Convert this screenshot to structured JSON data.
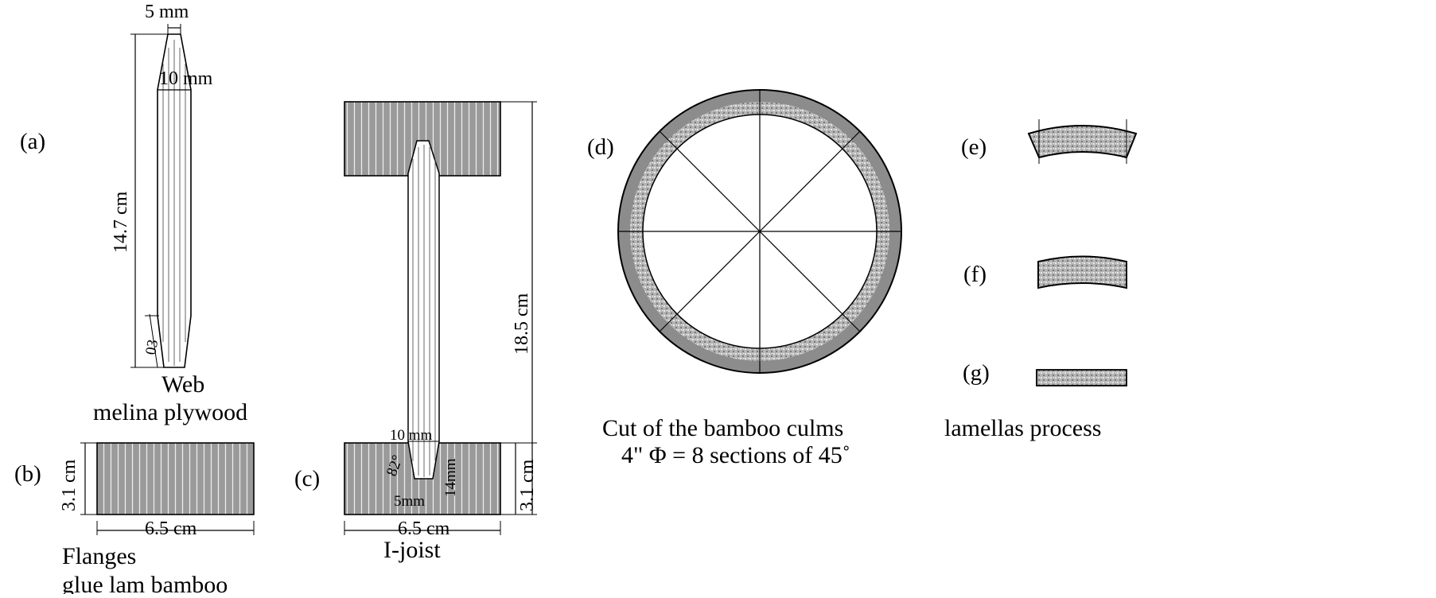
{
  "panels": {
    "a": {
      "tag": "(a)",
      "dim_top": "5 mm",
      "dim_mid": "10 mm",
      "dim_height": "14.7 cm",
      "dim_bevel": "03",
      "caption_1": "Web",
      "caption_2": "melina plywood"
    },
    "b": {
      "tag": "(b)",
      "dim_height": "3.1 cm",
      "dim_width": "6.5 cm",
      "caption_1": "Flanges",
      "caption_2": "glue lam bamboo"
    },
    "c": {
      "tag": "(c)",
      "dim_height_total": "18.5 cm",
      "dim_flange_height": "3.1 cm",
      "dim_width": "6.5 cm",
      "slot_top": "10 mm",
      "slot_bottom": "5mm",
      "slot_depth": "14mm",
      "slot_angle": "82°",
      "caption": "I-joist"
    },
    "d": {
      "tag": "(d)",
      "caption_1": "Cut of the bamboo culms",
      "caption_2": "4\" Φ = 8 sections of 45˚"
    },
    "e": {
      "tag": "(e)"
    },
    "f": {
      "tag": "(f)"
    },
    "g": {
      "tag": "(g)"
    },
    "process_caption": "lamellas process"
  },
  "colors": {
    "flange_fill": "#9a9a9a",
    "ring_fill": "#8c8c8c",
    "lamella_fill": "#a8a8a8",
    "line": "#000000"
  }
}
